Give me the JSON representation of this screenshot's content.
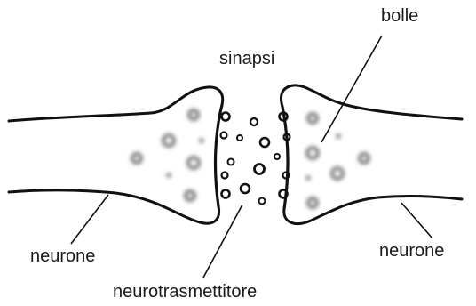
{
  "labels": {
    "synapse": "sinapsi",
    "vesicles": "bolle",
    "neuron_left": "neurone",
    "neuron_right": "neurone",
    "neurotransmitter": "neurotrasmettitore"
  },
  "colors": {
    "outline": "#111111",
    "vesicle_blur": "#7a7a7a",
    "background": "#ffffff"
  }
}
